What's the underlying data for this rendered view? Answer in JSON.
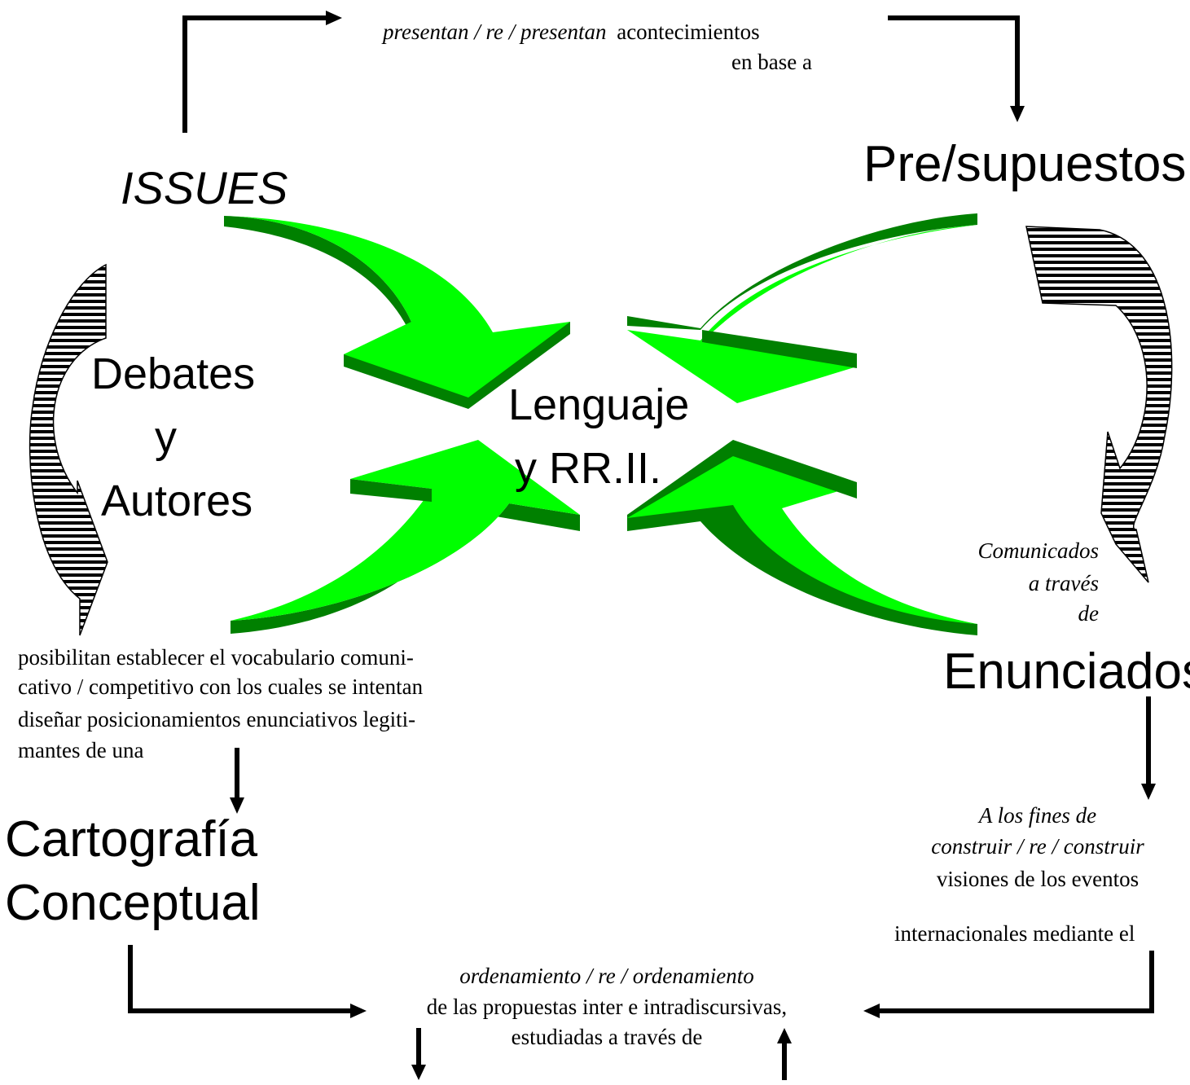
{
  "nodes": {
    "issues": "ISSUES",
    "presupuestos": "Pre/supuestos",
    "debates": [
      "Debates",
      "y",
      "Autores"
    ],
    "center": [
      "Lenguaje",
      "y RR.II."
    ],
    "enunciados": "Enunciados",
    "cartografia": [
      "Cartografía",
      "Conceptual"
    ]
  },
  "edge_labels": {
    "top_italic": "presentan / re / presentan",
    "top_normal": "acontecimientos",
    "top_line2": "en base a",
    "comunicados": [
      "Comunicados",
      "a través",
      "de"
    ],
    "posibilitan": [
      "posibilitan establecer el vocabulario comuni-",
      "cativo / competitivo con los cuales se intentan",
      "diseñar posicionamientos enunciativos legiti-",
      "mantes de una"
    ],
    "fines": [
      "A los fines de",
      "construir / re / construir"
    ],
    "visiones": "visiones de los eventos",
    "internacionales": "internacionales mediante el",
    "ordenamiento": "ordenamiento / re / ordenamiento",
    "propuestas": "de las propuestas  inter e intradiscursivas,",
    "estudiadas": "estudiadas a través de"
  },
  "colors": {
    "arrow_face": "#00ff00",
    "arrow_side": "#008000",
    "stroke": "#000000"
  },
  "icons": [
    "green-curved-arrow-icon",
    "striped-curved-arrow-icon"
  ]
}
